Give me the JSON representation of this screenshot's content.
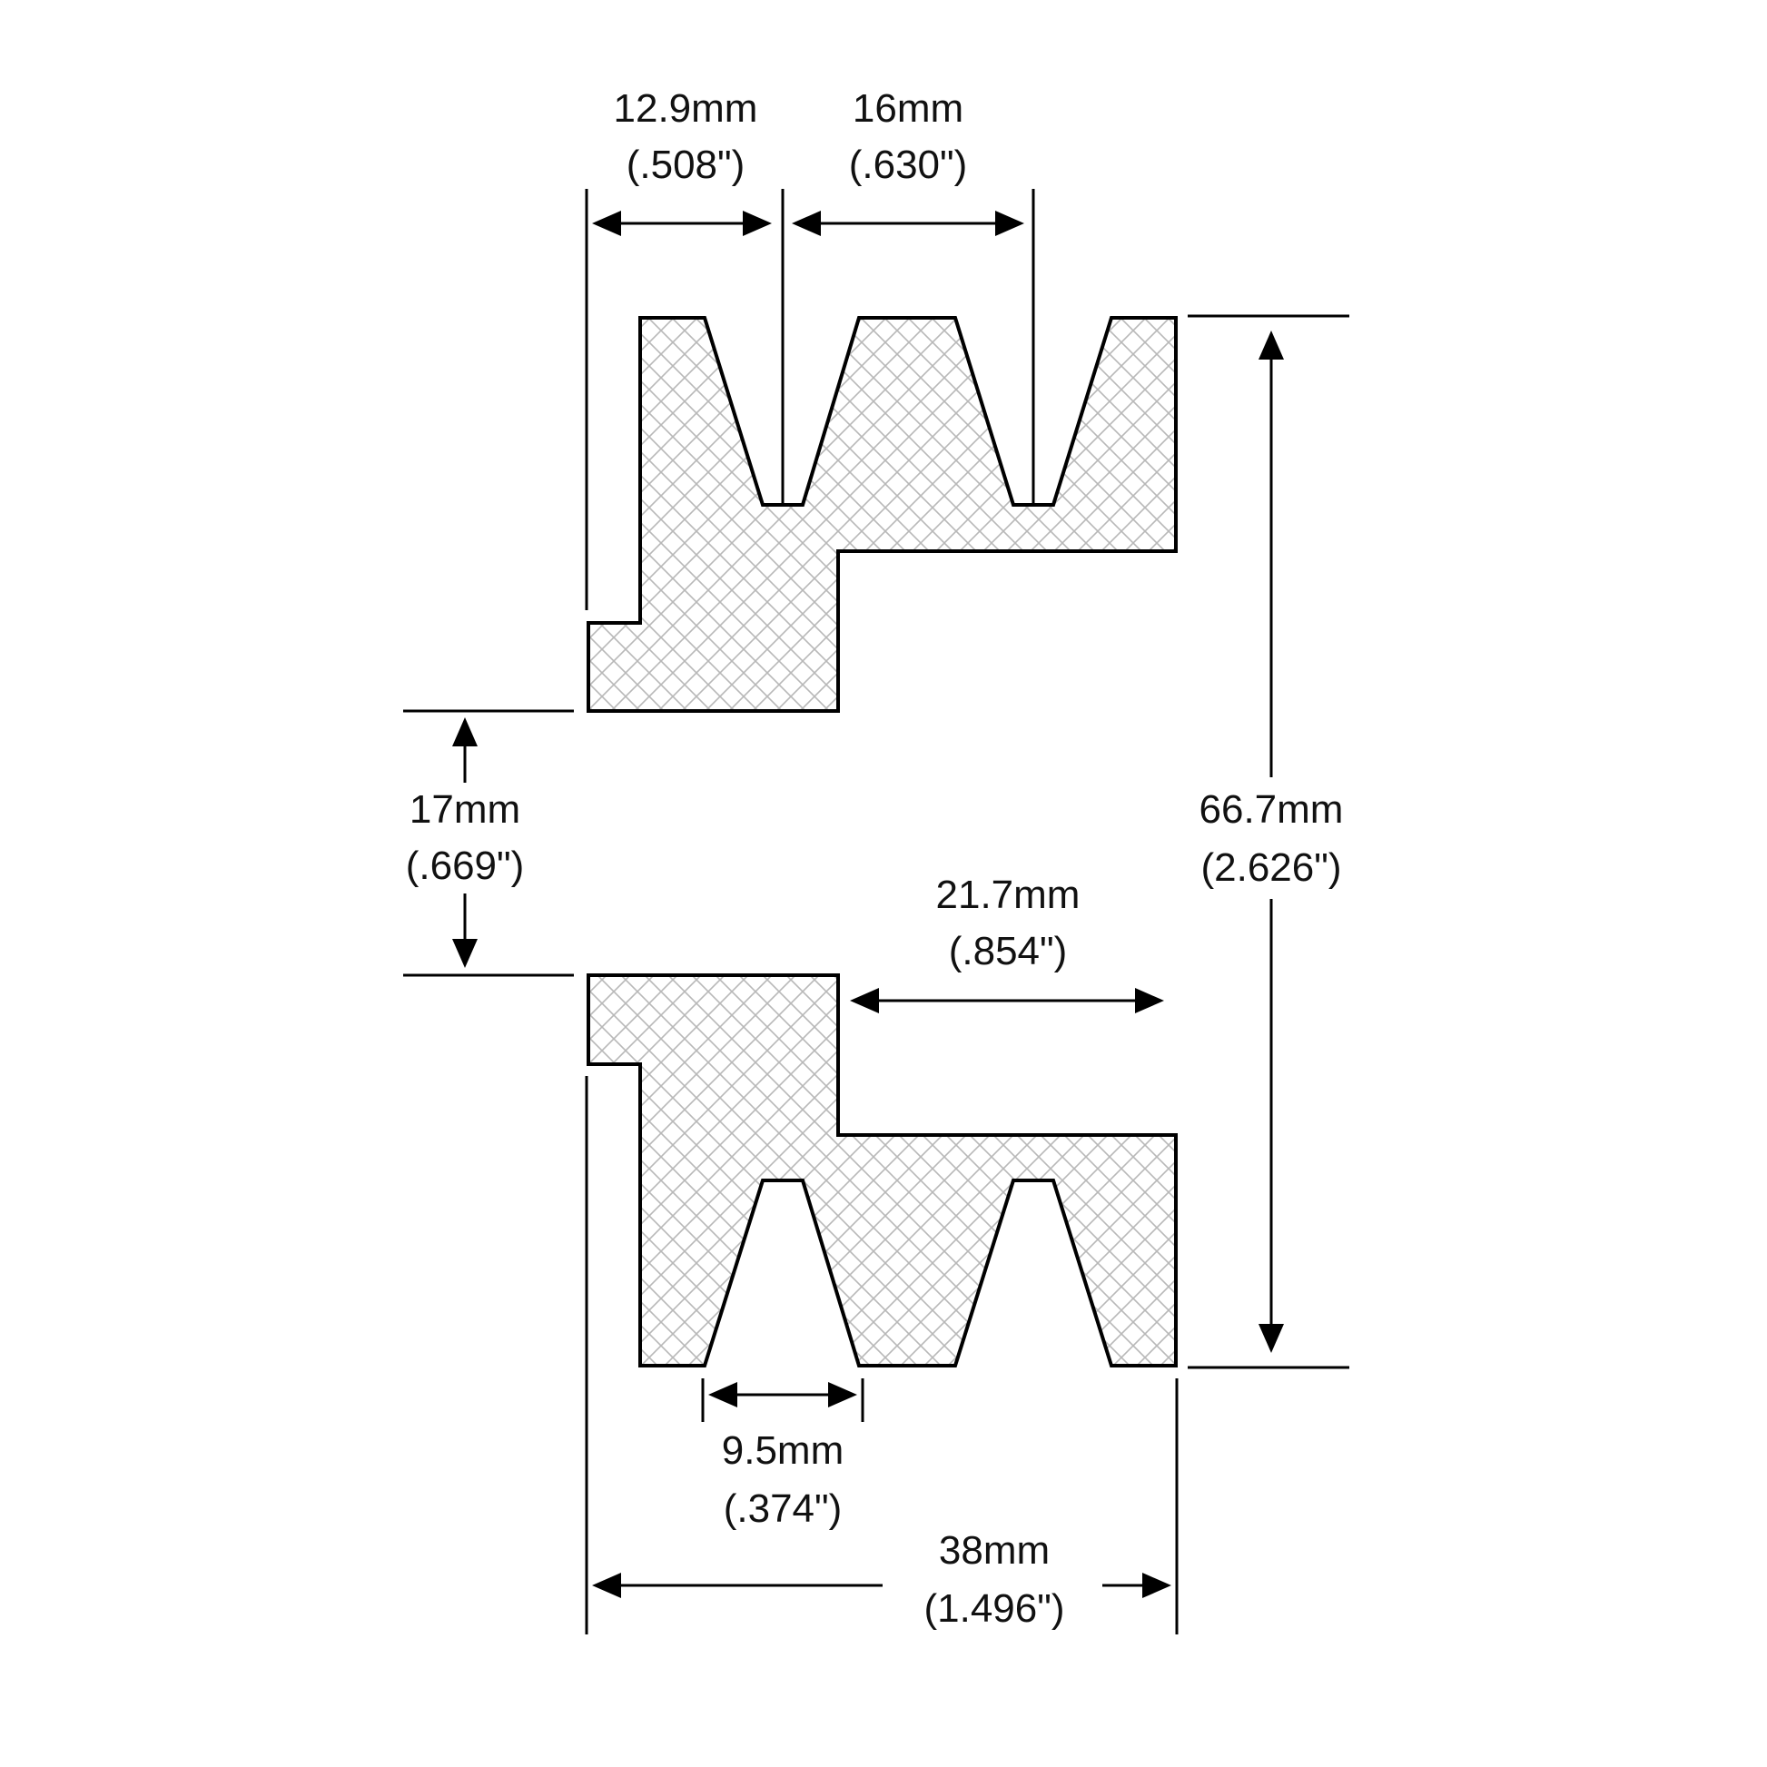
{
  "dimensions": {
    "groove_pitch": {
      "metric": "12.9mm",
      "imperial": "(.508\")"
    },
    "groove_spacing": {
      "metric": "16mm",
      "imperial": "(.630\")"
    },
    "bore_diameter": {
      "metric": "17mm",
      "imperial": "(.669\")"
    },
    "bore_depth": {
      "metric": "21.7mm",
      "imperial": "(.854\")"
    },
    "outer_diameter": {
      "metric": "66.7mm",
      "imperial": "(2.626\")"
    },
    "groove_top_width": {
      "metric": "9.5mm",
      "imperial": "(.374\")"
    },
    "overall_width": {
      "metric": "38mm",
      "imperial": "(1.496\")"
    }
  },
  "colors": {
    "line": "#000000",
    "hatch": "#b8b8b8",
    "background": "#ffffff"
  }
}
